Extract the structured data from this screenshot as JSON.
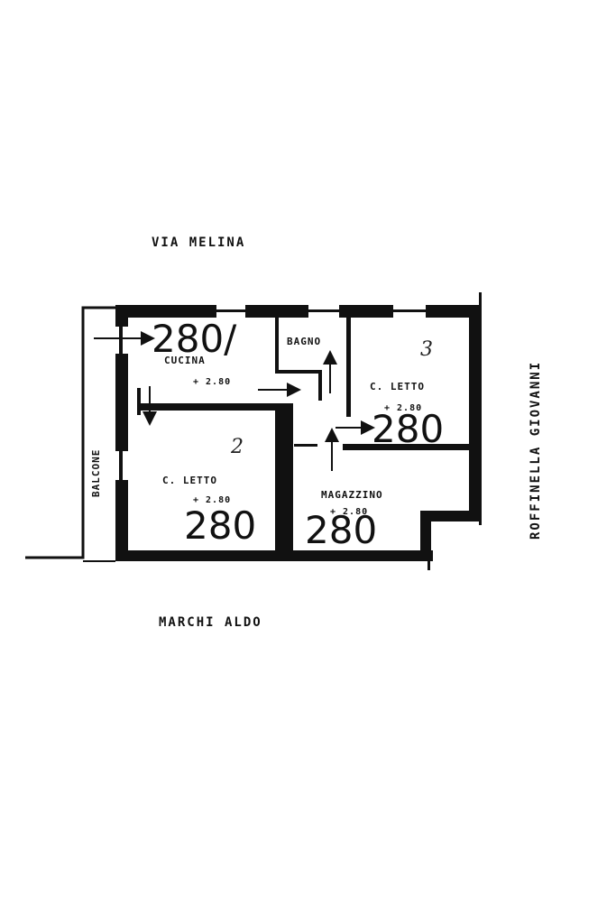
{
  "streets": {
    "north": "VIA MELINA",
    "south": "MARCHI ALDO",
    "east": "ROFFINELLA GIOVANNI",
    "west_balcony": "BALCONE"
  },
  "rooms": {
    "kitchen": {
      "name": "CUCINA",
      "elevation": "+ 2.80",
      "height_mark": "280/"
    },
    "bath": {
      "name": "BAGNO"
    },
    "bedroom_east": {
      "name": "C. LETTO",
      "number": "3",
      "elevation": "+ 2.80",
      "height_mark": "280"
    },
    "bedroom_west": {
      "name": "C. LETTO",
      "number": "2",
      "elevation": "+ 2.80",
      "height_mark": "280"
    },
    "storage": {
      "name": "MAGAZZINO",
      "elevation": "+ 2.80",
      "height_mark": "280"
    }
  }
}
